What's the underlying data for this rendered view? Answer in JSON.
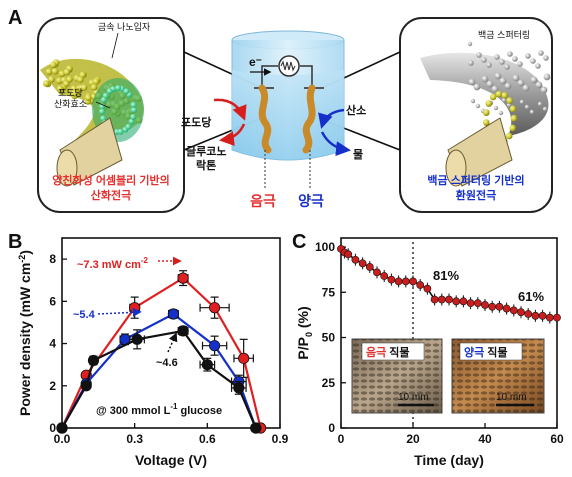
{
  "panel_a": {
    "letter": "A",
    "left_inset": {
      "label_nanoparticle": "금속 나노입자",
      "label_enzyme_line1": "포도당",
      "label_enzyme_line2": "산화효소",
      "caption_line1": "양친화성 어셈블리 기반의",
      "caption_line2": "산화전극"
    },
    "right_inset": {
      "label_sputter": "백금 스퍼터링",
      "caption_line1": "백금 스퍼터링 기반의",
      "caption_line2": "환원전극"
    },
    "cell": {
      "electron": "e⁻",
      "glucose": "포도당",
      "gluconolactone_line1": "글루코노",
      "gluconolactone_line2": "락톤",
      "oxygen": "산소",
      "water": "물",
      "anode": "음극",
      "cathode": "양극"
    },
    "colors": {
      "red": "#e53030",
      "blue": "#1530c8"
    }
  },
  "panel_b": {
    "letter": "B",
    "annotation_red": "~7.3 mW cm",
    "annotation_red_sup": "-2",
    "annotation_blue": "~5.4",
    "annotation_black": "~4.6",
    "condition_main": "@ 300 mmol L",
    "condition_sup": "-1",
    "condition_tail": " glucose"
  },
  "panel_c": {
    "letter": "C",
    "label_81": "81%",
    "label_61": "61%",
    "inset_anode_red": "음극",
    "inset_anode_rest": " 직물",
    "inset_cathode_blue": "양극",
    "inset_cathode_rest": " 직물",
    "scale_left": "10 mm",
    "scale_right": "10 mm"
  },
  "chart_data": [
    {
      "type": "line",
      "xlabel": "Voltage (V)",
      "ylabel": "Power density (mW cm",
      "ylabel_sup": "-2",
      "ylabel_tail": ")",
      "xlim": [
        0,
        0.9
      ],
      "ylim": [
        0,
        9
      ],
      "xticks": [
        "0.0",
        "0.3",
        "0.6",
        "0.9"
      ],
      "yticks": [
        "0",
        "2",
        "4",
        "6",
        "8"
      ],
      "series": [
        {
          "color": "#e02020",
          "points": [
            {
              "x": 0.0,
              "y": 0.0
            },
            {
              "x": 0.1,
              "y": 2.5,
              "xerr": 0.01,
              "yerr": 0.15
            },
            {
              "x": 0.3,
              "y": 5.7,
              "xerr": 0.02,
              "yerr": 0.5
            },
            {
              "x": 0.5,
              "y": 7.1,
              "xerr": 0.02,
              "yerr": 0.35
            },
            {
              "x": 0.63,
              "y": 5.7,
              "xerr": 0.06,
              "yerr": 0.5
            },
            {
              "x": 0.75,
              "y": 3.3,
              "xerr": 0.04,
              "yerr": 0.9
            },
            {
              "x": 0.82,
              "y": 0.0
            }
          ]
        },
        {
          "color": "#1530c8",
          "points": [
            {
              "x": 0.0,
              "y": 0.0
            },
            {
              "x": 0.1,
              "y": 2.1,
              "xerr": 0.01,
              "yerr": 0.15
            },
            {
              "x": 0.26,
              "y": 4.2,
              "xerr": 0.02,
              "yerr": 0.25
            },
            {
              "x": 0.46,
              "y": 5.4,
              "xerr": 0.02,
              "yerr": 0.2
            },
            {
              "x": 0.63,
              "y": 3.9,
              "xerr": 0.05,
              "yerr": 0.45
            },
            {
              "x": 0.73,
              "y": 2.2,
              "xerr": 0.03,
              "yerr": 0.3
            },
            {
              "x": 0.8,
              "y": 0.0
            }
          ]
        },
        {
          "color": "#111111",
          "points": [
            {
              "x": 0.0,
              "y": 0.0
            },
            {
              "x": 0.1,
              "y": 2.0,
              "xerr": 0.01,
              "yerr": 0.15
            },
            {
              "x": 0.13,
              "y": 3.2,
              "xerr": 0.015,
              "yerr": 0.2
            },
            {
              "x": 0.31,
              "y": 4.2,
              "xerr": 0.03,
              "yerr": 0.45
            },
            {
              "x": 0.5,
              "y": 4.6,
              "xerr": 0.02,
              "yerr": 0.2
            },
            {
              "x": 0.6,
              "y": 3.0,
              "xerr": 0.03,
              "yerr": 0.3
            },
            {
              "x": 0.73,
              "y": 1.9,
              "xerr": 0.03,
              "yerr": 0.3
            },
            {
              "x": 0.8,
              "y": 0.0
            }
          ]
        }
      ]
    },
    {
      "type": "line",
      "xlabel": "Time (day)",
      "ylabel": "P/P",
      "ylabel_sub": "0",
      "ylabel_tail": " (%)",
      "xlim": [
        0,
        60
      ],
      "ylim": [
        0,
        105
      ],
      "xticks": [
        "0",
        "20",
        "40",
        "60"
      ],
      "yticks": [
        "0",
        "25",
        "50",
        "75",
        "100"
      ],
      "marker_day": 20,
      "series": [
        {
          "color": "#c81e1e",
          "points": [
            {
              "x": 0,
              "y": 99
            },
            {
              "x": 1,
              "y": 97
            },
            {
              "x": 2,
              "y": 96
            },
            {
              "x": 4,
              "y": 93
            },
            {
              "x": 6,
              "y": 91
            },
            {
              "x": 8,
              "y": 89
            },
            {
              "x": 10,
              "y": 86
            },
            {
              "x": 12,
              "y": 84
            },
            {
              "x": 14,
              "y": 82
            },
            {
              "x": 16,
              "y": 81
            },
            {
              "x": 18,
              "y": 81
            },
            {
              "x": 20,
              "y": 81
            },
            {
              "x": 22,
              "y": 79
            },
            {
              "x": 24,
              "y": 77
            },
            {
              "x": 26,
              "y": 71
            },
            {
              "x": 28,
              "y": 71
            },
            {
              "x": 30,
              "y": 71
            },
            {
              "x": 32,
              "y": 70
            },
            {
              "x": 34,
              "y": 70
            },
            {
              "x": 36,
              "y": 69
            },
            {
              "x": 38,
              "y": 69
            },
            {
              "x": 40,
              "y": 68
            },
            {
              "x": 42,
              "y": 67
            },
            {
              "x": 44,
              "y": 67
            },
            {
              "x": 46,
              "y": 66
            },
            {
              "x": 48,
              "y": 65
            },
            {
              "x": 50,
              "y": 64
            },
            {
              "x": 52,
              "y": 63
            },
            {
              "x": 54,
              "y": 62
            },
            {
              "x": 56,
              "y": 62
            },
            {
              "x": 58,
              "y": 61
            },
            {
              "x": 60,
              "y": 61
            }
          ]
        }
      ]
    }
  ]
}
